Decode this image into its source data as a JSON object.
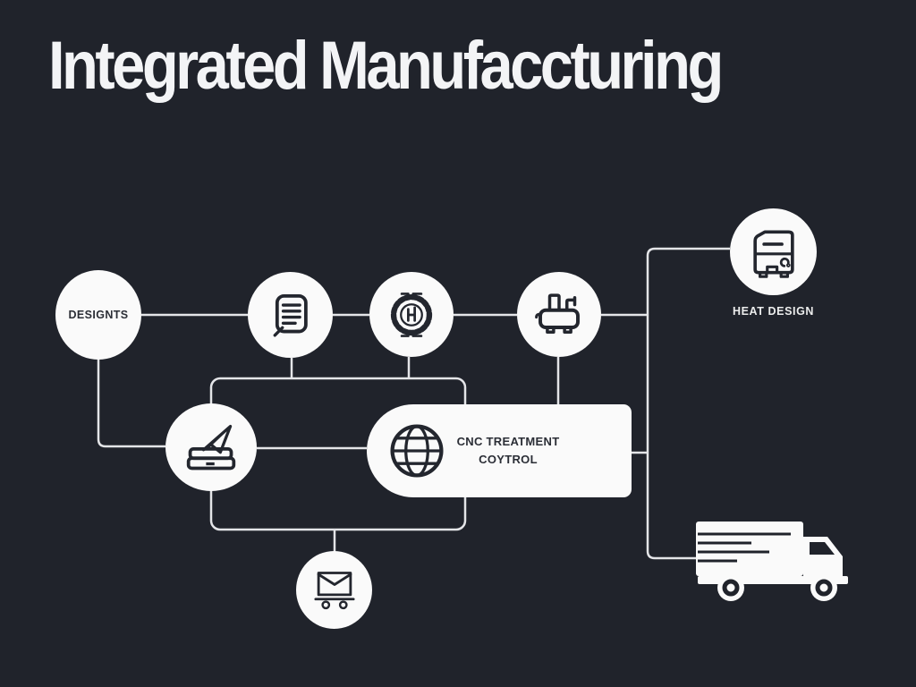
{
  "title": "Integrated Manufaccturing",
  "colors": {
    "background": "#20232b",
    "node_fill": "#fafafa",
    "line": "#e4e5e8",
    "icon_stroke": "#23262e",
    "text_dark": "#2b2e36",
    "text_light": "#eceded",
    "title_color": "#f3f4f6"
  },
  "diagram": {
    "nodes": [
      {
        "id": "designs",
        "label": "DESIGNTS"
      },
      {
        "id": "notes",
        "icon": "note-document-icon"
      },
      {
        "id": "seal",
        "icon": "seal-stamp-icon"
      },
      {
        "id": "wash-machine",
        "icon": "machine-tub-icon"
      },
      {
        "id": "heat-design",
        "label": "HEAT DESIGN",
        "icon": "heat-machine-icon"
      },
      {
        "id": "send-device",
        "icon": "paper-plane-laptop-icon"
      },
      {
        "id": "cnc-control",
        "label_line1": "CNC TREATMENT",
        "label_line2": "COYTROL",
        "icon": "globe-icon"
      },
      {
        "id": "mail-cart",
        "icon": "mail-cart-icon"
      },
      {
        "id": "delivery",
        "icon": "delivery-truck-icon"
      }
    ]
  }
}
